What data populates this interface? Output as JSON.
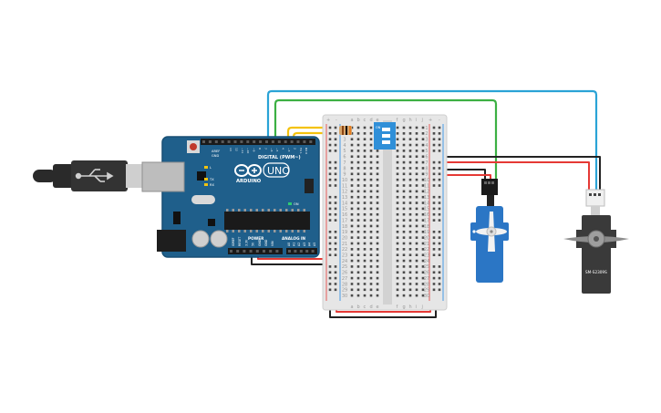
{
  "arduino": {
    "aref": "AREF",
    "gnd": "GND",
    "digital_label": "DIGITAL (PWM~)",
    "brand": "ARDUINO",
    "model": "UNO",
    "tx": "TX",
    "rx": "RX",
    "l": "L",
    "on": "ON",
    "power_label": "POWER",
    "analog_label": "ANALOG IN",
    "power_pins": [
      "IOREF",
      "RESET",
      "3.3V",
      "5V",
      "GND",
      "GND",
      "VIN"
    ],
    "analog_pins": [
      "A0",
      "A1",
      "A2",
      "A3",
      "A4",
      "A5"
    ],
    "digital_pins": [
      "13",
      "12",
      "~11",
      "~10",
      "~9",
      "8",
      "7",
      "~6",
      "~5",
      "4",
      "~3",
      "2",
      "TX 1",
      "RX 0"
    ]
  },
  "breadboard": {
    "cols_left": [
      "a",
      "b",
      "c",
      "d",
      "e"
    ],
    "cols_right": [
      "f",
      "g",
      "h",
      "i",
      "j"
    ],
    "rows": [
      "1",
      "2",
      "3",
      "4",
      "5",
      "6",
      "7",
      "8",
      "9",
      "10",
      "11",
      "12",
      "13",
      "14",
      "15",
      "16",
      "17",
      "18",
      "19",
      "20",
      "21",
      "22",
      "23",
      "24",
      "25",
      "26",
      "27",
      "28",
      "29",
      "30"
    ],
    "plus": "+",
    "minus": "-"
  },
  "switch": {
    "on_label": "ON"
  },
  "servo_large": {
    "model": "SM-S2309S"
  },
  "colors": {
    "board": "#1f5f8b",
    "wire_red": "#e53935",
    "wire_black": "#222222",
    "wire_green": "#3cb043",
    "wire_blue": "#2aa3d6",
    "wire_yellow": "#f4c20d",
    "servo_small": "#2b76c5",
    "servo_large": "#3a3a3a"
  }
}
